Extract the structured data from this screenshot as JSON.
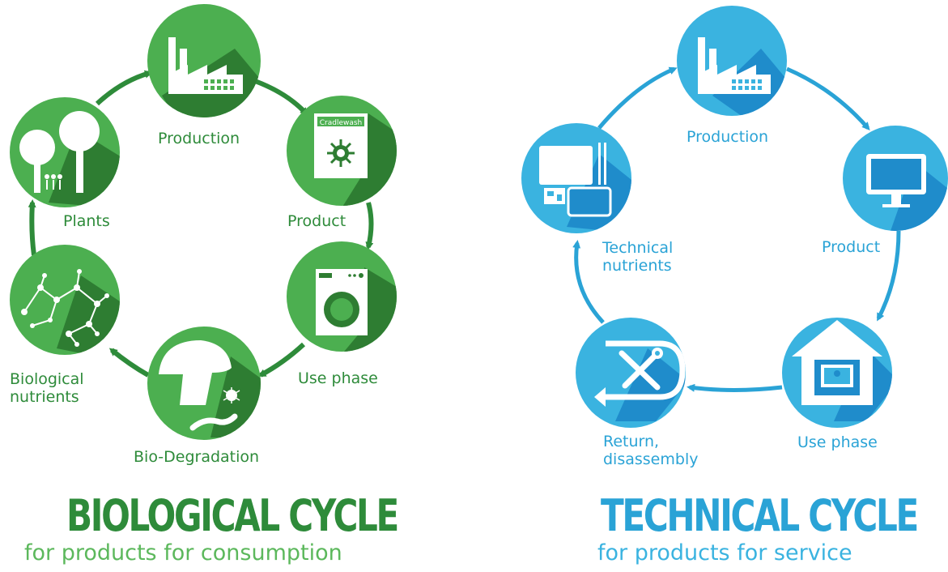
{
  "biological": {
    "nodes": {
      "production": "Production",
      "product": "Product",
      "use_phase": "Use phase",
      "bio_degradation": "Bio-Degradation",
      "biological_nutrients": "Biological\nnutrients",
      "plants": "Plants"
    },
    "box_brand": "Cradlewash",
    "title": "BIOLOGICAL CYCLE",
    "subtitle": "for products for consumption",
    "colors": {
      "circle": "#4caf50",
      "shadow": "#2e7d32",
      "arrow": "#2e8b3a",
      "text": "#2e8b3a"
    }
  },
  "technical": {
    "nodes": {
      "production": "Production",
      "product": "Product",
      "use_phase": "Use phase",
      "return": "Return,\ndisassembly",
      "technical_nutrients": "Technical\nnutrients"
    },
    "title": "TECHNICAL CYCLE",
    "subtitle": "for products for service",
    "colors": {
      "circle": "#3ab3e0",
      "shadow": "#1f8ccb",
      "arrow": "#2aa3d6",
      "text": "#2aa3d6"
    }
  }
}
